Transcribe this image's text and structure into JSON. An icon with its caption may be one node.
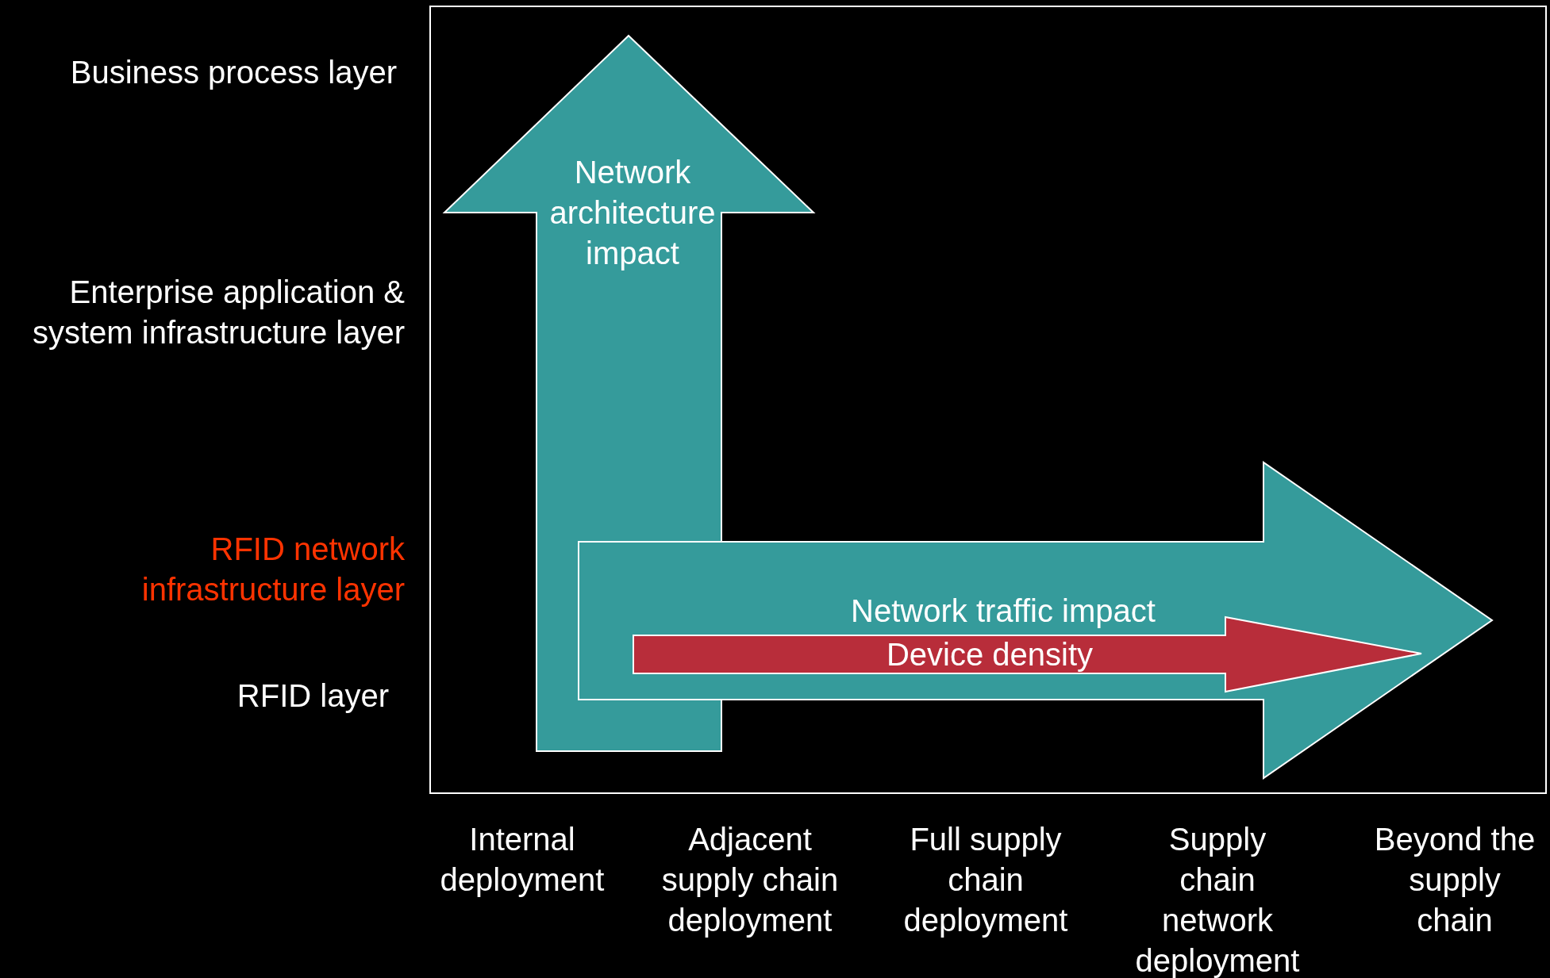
{
  "diagram": {
    "nodes": [
      {
        "text": [
          "Network architecture impact"
        ]
      },
      {
        "text": [
          "Network traffic impact"
        ]
      },
      {
        "text": [
          "Device density"
        ],
        "in": 1
      }
    ],
    "labels": [
      "Business process layer",
      "Enterprise application & system infrastructure layer",
      "RFID network infrastructure layer",
      "RFID layer",
      "Internal deployment",
      "Adjacent supply chain deployment",
      "Full supply chain deployment",
      "Supply chain network deployment",
      "Beyond the supply chain"
    ]
  }
}
